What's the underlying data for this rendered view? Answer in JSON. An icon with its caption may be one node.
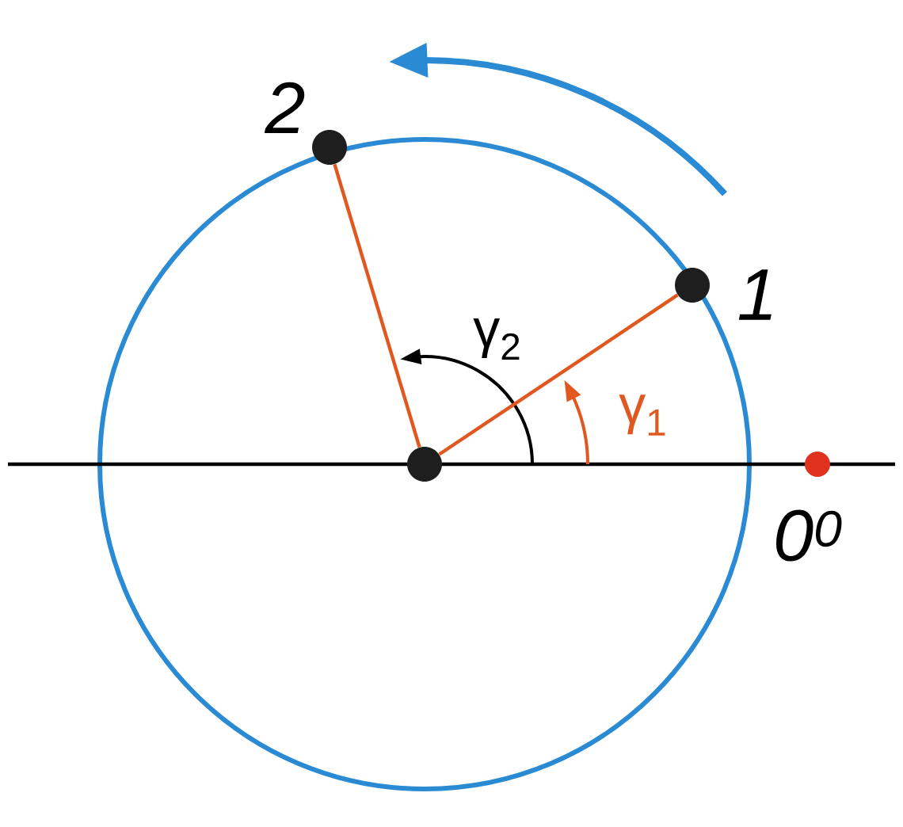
{
  "diagram": {
    "nodes": [
      {
        "text": [],
        "shape": "circle"
      },
      {
        "text": [],
        "shape": "circle",
        "beside": [
          "1"
        ]
      },
      {
        "text": [],
        "shape": "circle",
        "beside": [
          "2"
        ]
      },
      {
        "text": [],
        "shape": "circle",
        "beside": [
          "0$^{0}$"
        ]
      }
    ],
    "edges": [
      {
        "from": 0,
        "to": 1,
        "arrow": "none"
      },
      {
        "from": 0,
        "to": 2,
        "arrow": "none"
      }
    ],
    "labels": [
      "γ$_{2}$",
      "γ$_{1}$"
    ]
  }
}
